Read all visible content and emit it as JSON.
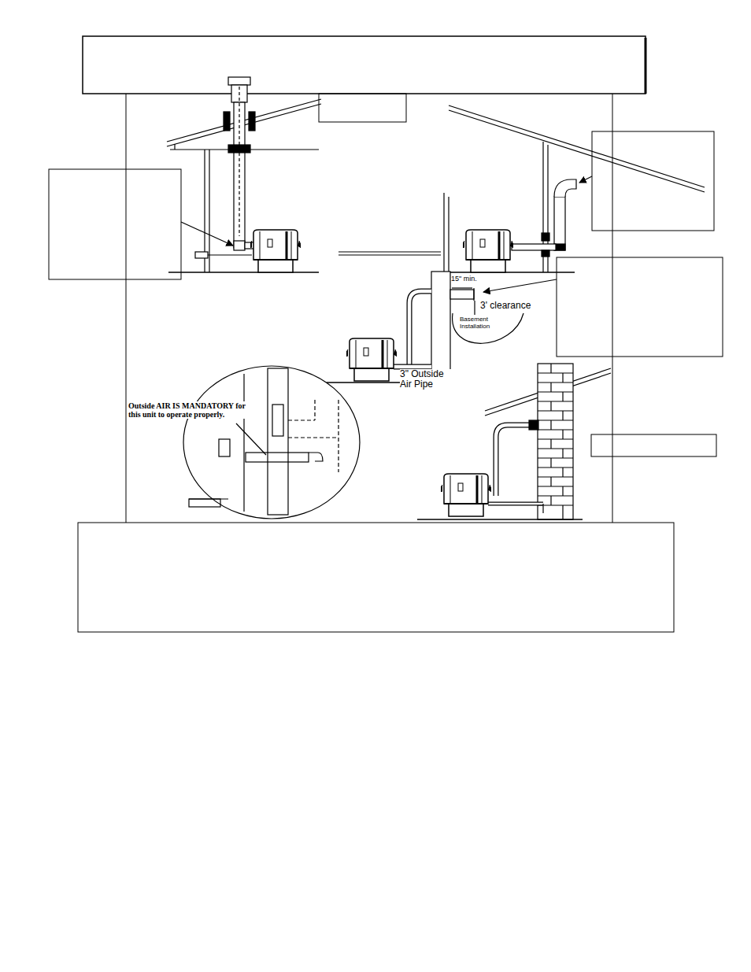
{
  "diagram": {
    "labels": [
      "15\" min.",
      "3' clearance",
      "Basement Installation",
      "3\" Outside Air Pipe",
      "Outside AIR IS MANDATORY for this unit to operate properly."
    ]
  }
}
